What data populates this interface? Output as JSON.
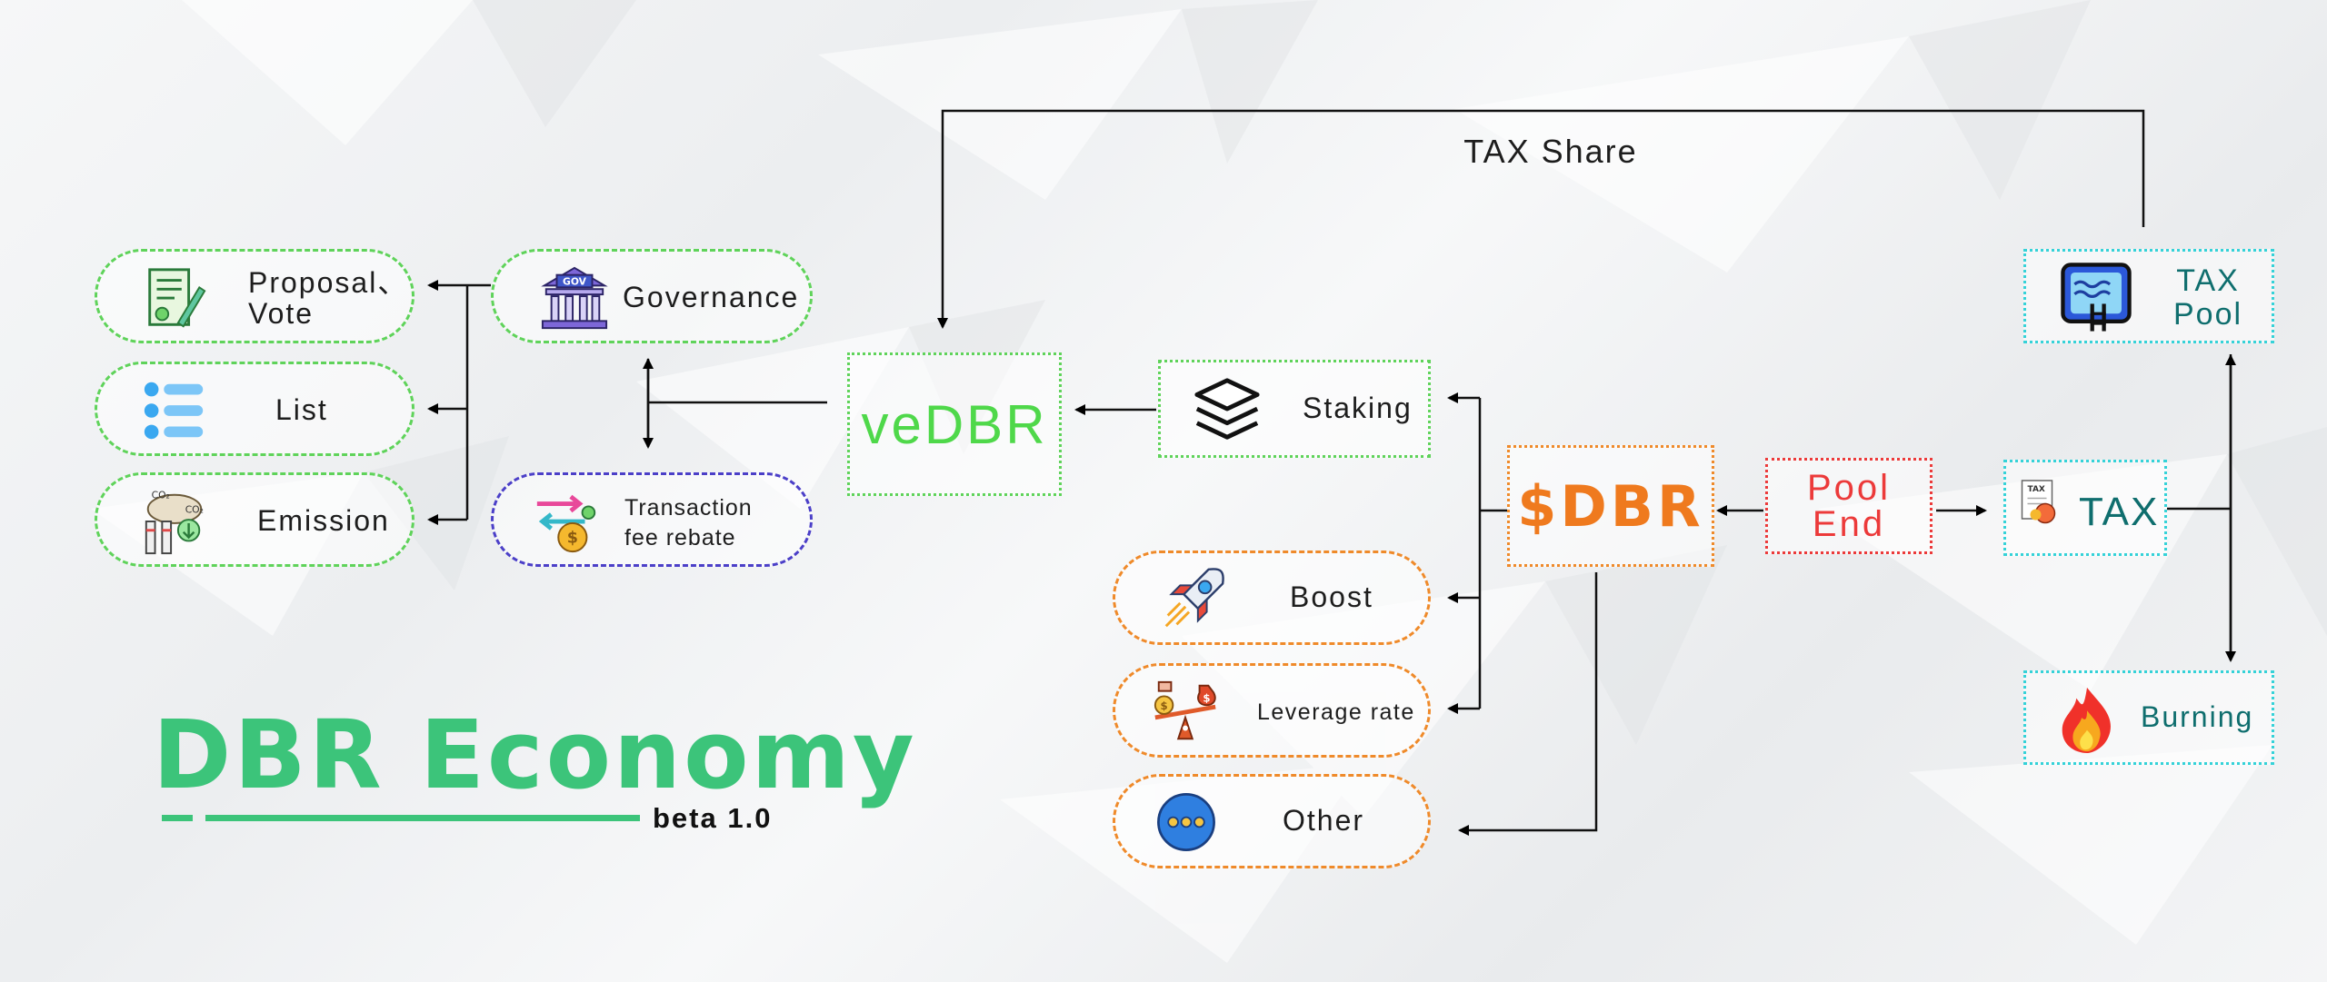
{
  "title": "DBR Economy",
  "version": "beta 1.0",
  "edge_label_tax_share": "TAX Share",
  "nodes": {
    "proposal_vote": "Proposal、\nVote",
    "list": "List",
    "emission": "Emission",
    "governance": "Governance",
    "transaction_fee_rebate": "Transaction\nfee rebate",
    "vedbr": "veDBR",
    "staking": "Staking",
    "dbr": "$DBR",
    "pool_end": "Pool\nEnd",
    "tax": "TAX",
    "tax_pool": "TAX\nPool",
    "burning": "Burning",
    "boost": "Boost",
    "leverage_rate": "Leverage rate",
    "other": "Other"
  },
  "colors": {
    "green_accent": "#3cc47a",
    "green_border": "#5fd35a",
    "orange": "#ef8a2a",
    "purple": "#4b3fc8",
    "cyan": "#35d2d8",
    "red": "#ec3a3a",
    "teal_text": "#0f6e6e"
  },
  "icons": {
    "proposal_vote": "document-pen-icon",
    "list": "list-icon",
    "emission": "factory-co2-icon",
    "governance": "gov-building-icon",
    "transaction_fee_rebate": "coin-exchange-icon",
    "staking": "layers-icon",
    "tax_pool": "pool-icon",
    "tax": "tax-receipt-icon",
    "burning": "flame-icon",
    "boost": "rocket-icon",
    "leverage_rate": "scale-money-icon",
    "other": "more-dots-icon"
  }
}
